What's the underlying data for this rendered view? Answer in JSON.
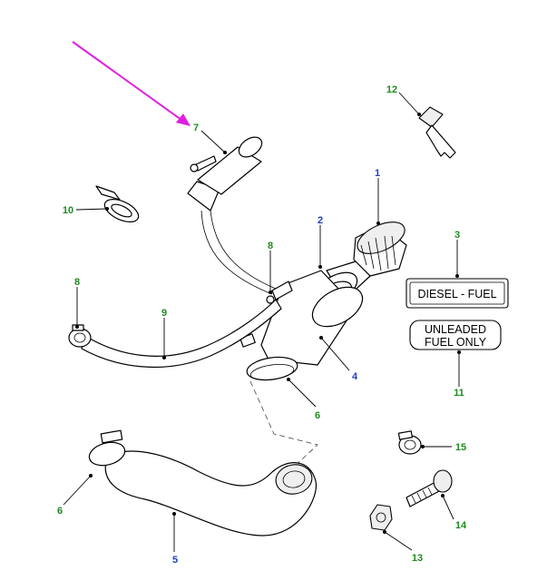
{
  "callouts": {
    "c1": "1",
    "c2": "2",
    "c3": "3",
    "c4": "4",
    "c5": "5",
    "c6a": "6",
    "c6b": "6",
    "c7": "7",
    "c8a": "8",
    "c8b": "8",
    "c9": "9",
    "c10": "10",
    "c11": "11",
    "c12": "12",
    "c13": "13",
    "c14": "14",
    "c15": "15"
  },
  "labels": {
    "diesel": "DIESEL - FUEL",
    "unleaded_line1": "UNLEADED",
    "unleaded_line2": "FUEL ONLY"
  },
  "colors": {
    "callout_green": "#1f8a1f",
    "callout_blue": "#1f3fbf",
    "pointer_arrow": "#e020e0"
  }
}
